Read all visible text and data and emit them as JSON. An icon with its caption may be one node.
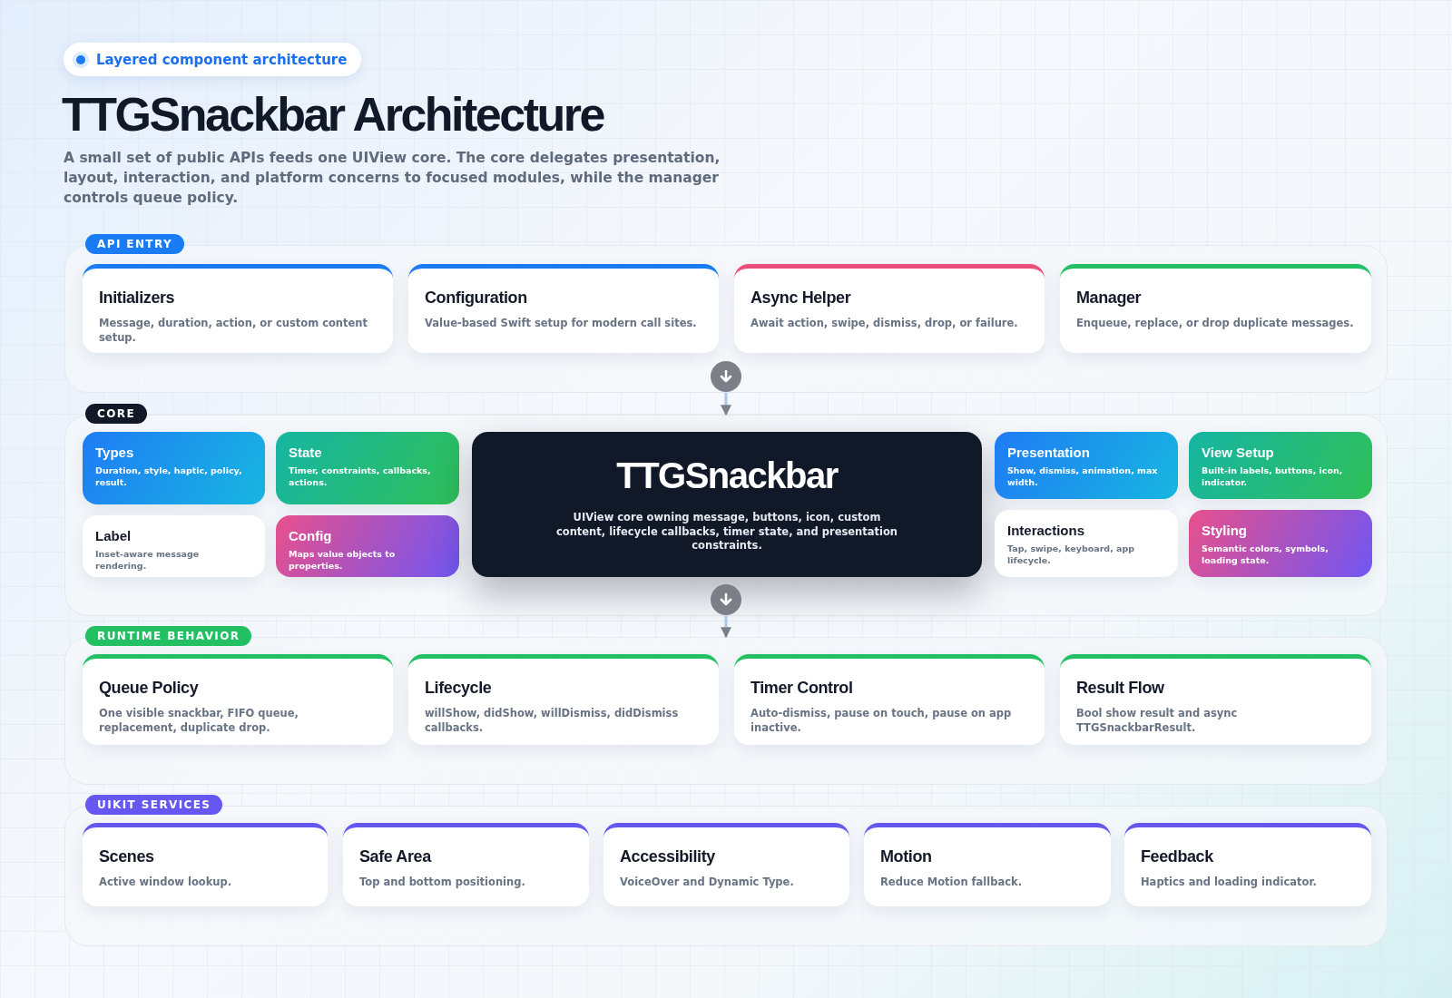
{
  "diagram": {
    "title": "TTGSnackbar Architecture",
    "nodes": [
      {
        "text": [
          "API ENTRY"
        ]
      },
      {
        "text": [
          "Initializers",
          "Message, duration, action, or custom content setup."
        ],
        "in": 0
      },
      {
        "text": [
          "Configuration",
          "Value-based Swift setup for modern call sites."
        ],
        "in": 0
      },
      {
        "text": [
          "Async Helper",
          "Await action, swipe, dismiss, drop, or failure."
        ],
        "in": 0
      },
      {
        "text": [
          "Manager",
          "Enqueue, replace, or drop duplicate messages."
        ],
        "in": 0
      },
      {
        "text": [
          "CORE"
        ]
      },
      {
        "text": [
          "Types",
          "Duration, style, haptic, policy, result."
        ],
        "in": 5
      },
      {
        "text": [
          "State",
          "Timer, constraints, callbacks, actions."
        ],
        "in": 5
      },
      {
        "text": [
          "Label",
          "Inset-aware message rendering."
        ],
        "in": 5
      },
      {
        "text": [
          "Config",
          "Maps value objects to properties."
        ],
        "in": 5
      },
      {
        "text": [
          "TTGSnackbar",
          "UIView core owning message, buttons, icon, custom content, lifecycle callbacks, timer state, and presentation constraints."
        ],
        "in": 5
      },
      {
        "text": [
          "Presentation",
          "Show, dismiss, animation, max width."
        ],
        "in": 5
      },
      {
        "text": [
          "View Setup",
          "Built-in labels, buttons, icon, indicator."
        ],
        "in": 5
      },
      {
        "text": [
          "Interactions",
          "Tap, swipe, keyboard, app lifecycle."
        ],
        "in": 5
      },
      {
        "text": [
          "Styling",
          "Semantic colors, symbols, loading state."
        ],
        "in": 5
      },
      {
        "text": [
          "RUNTIME BEHAVIOR"
        ]
      },
      {
        "text": [
          "Queue Policy",
          "One visible snackbar, FIFO queue, replacement, duplicate drop."
        ],
        "in": 15
      },
      {
        "text": [
          "Lifecycle",
          "willShow, didShow, willDismiss, didDismiss callbacks."
        ],
        "in": 15
      },
      {
        "text": [
          "Timer Control",
          "Auto-dismiss, pause on touch, pause on app inactive."
        ],
        "in": 15
      },
      {
        "text": [
          "Result Flow",
          "Bool show result and async TTGSnackbarResult."
        ],
        "in": 15
      },
      {
        "text": [
          "UIKIT SERVICES"
        ]
      },
      {
        "text": [
          "Scenes",
          "Active window lookup."
        ],
        "in": 20
      },
      {
        "text": [
          "Safe Area",
          "Top and bottom positioning."
        ],
        "in": 20
      },
      {
        "text": [
          "Accessibility",
          "VoiceOver and Dynamic Type."
        ],
        "in": 20
      },
      {
        "text": [
          "Motion",
          "Reduce Motion fallback."
        ],
        "in": 20
      },
      {
        "text": [
          "Feedback",
          "Haptics and loading indicator."
        ],
        "in": 20
      }
    ],
    "edges": [
      {
        "from": 0,
        "to": 5,
        "arrow": "to"
      },
      {
        "from": 5,
        "to": 15,
        "arrow": "to"
      }
    ],
    "labels": [
      "Layered component architecture",
      "A small set of public APIs feeds one UIView core. The core delegates presentation, layout, interaction, and platform concerns to focused modules, while the manager controls queue policy."
    ]
  }
}
